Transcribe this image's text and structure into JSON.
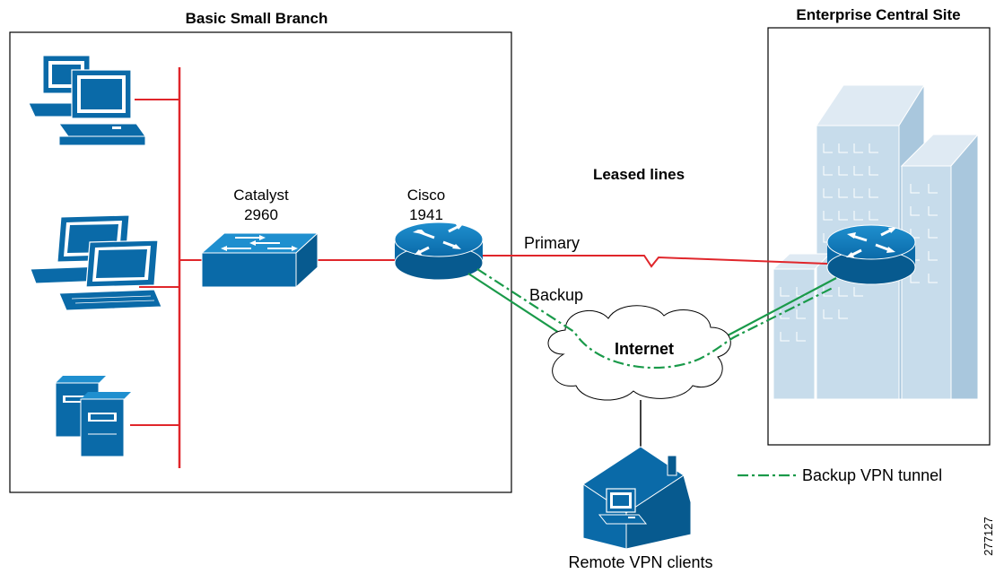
{
  "branch": {
    "title": "Basic Small Branch",
    "switch_label_line1": "Catalyst",
    "switch_label_line2": "2960",
    "router_label_line1": "Cisco",
    "router_label_line2": "1941"
  },
  "central": {
    "title": "Enterprise Central Site"
  },
  "wan": {
    "leased_lines": "Leased lines",
    "primary": "Primary",
    "backup": "Backup",
    "internet": "Internet"
  },
  "remote": {
    "label": "Remote VPN clients"
  },
  "legend": {
    "backup_vpn_tunnel": "Backup VPN tunnel"
  },
  "figure_id": "277127",
  "colors": {
    "lan_line": "#e0262b",
    "vpn_tunnel": "#1a9a4a",
    "device_blue": "#0a6aa8",
    "building": "#c7dceb",
    "box_border": "#000000"
  },
  "icons": {
    "desktop": "desktop-computer-icon",
    "laptop": "laptop-icon",
    "server": "server-icon",
    "switch": "switch-icon",
    "router": "router-icon",
    "cloud": "cloud-icon",
    "house": "house-icon",
    "building": "building-icon"
  }
}
